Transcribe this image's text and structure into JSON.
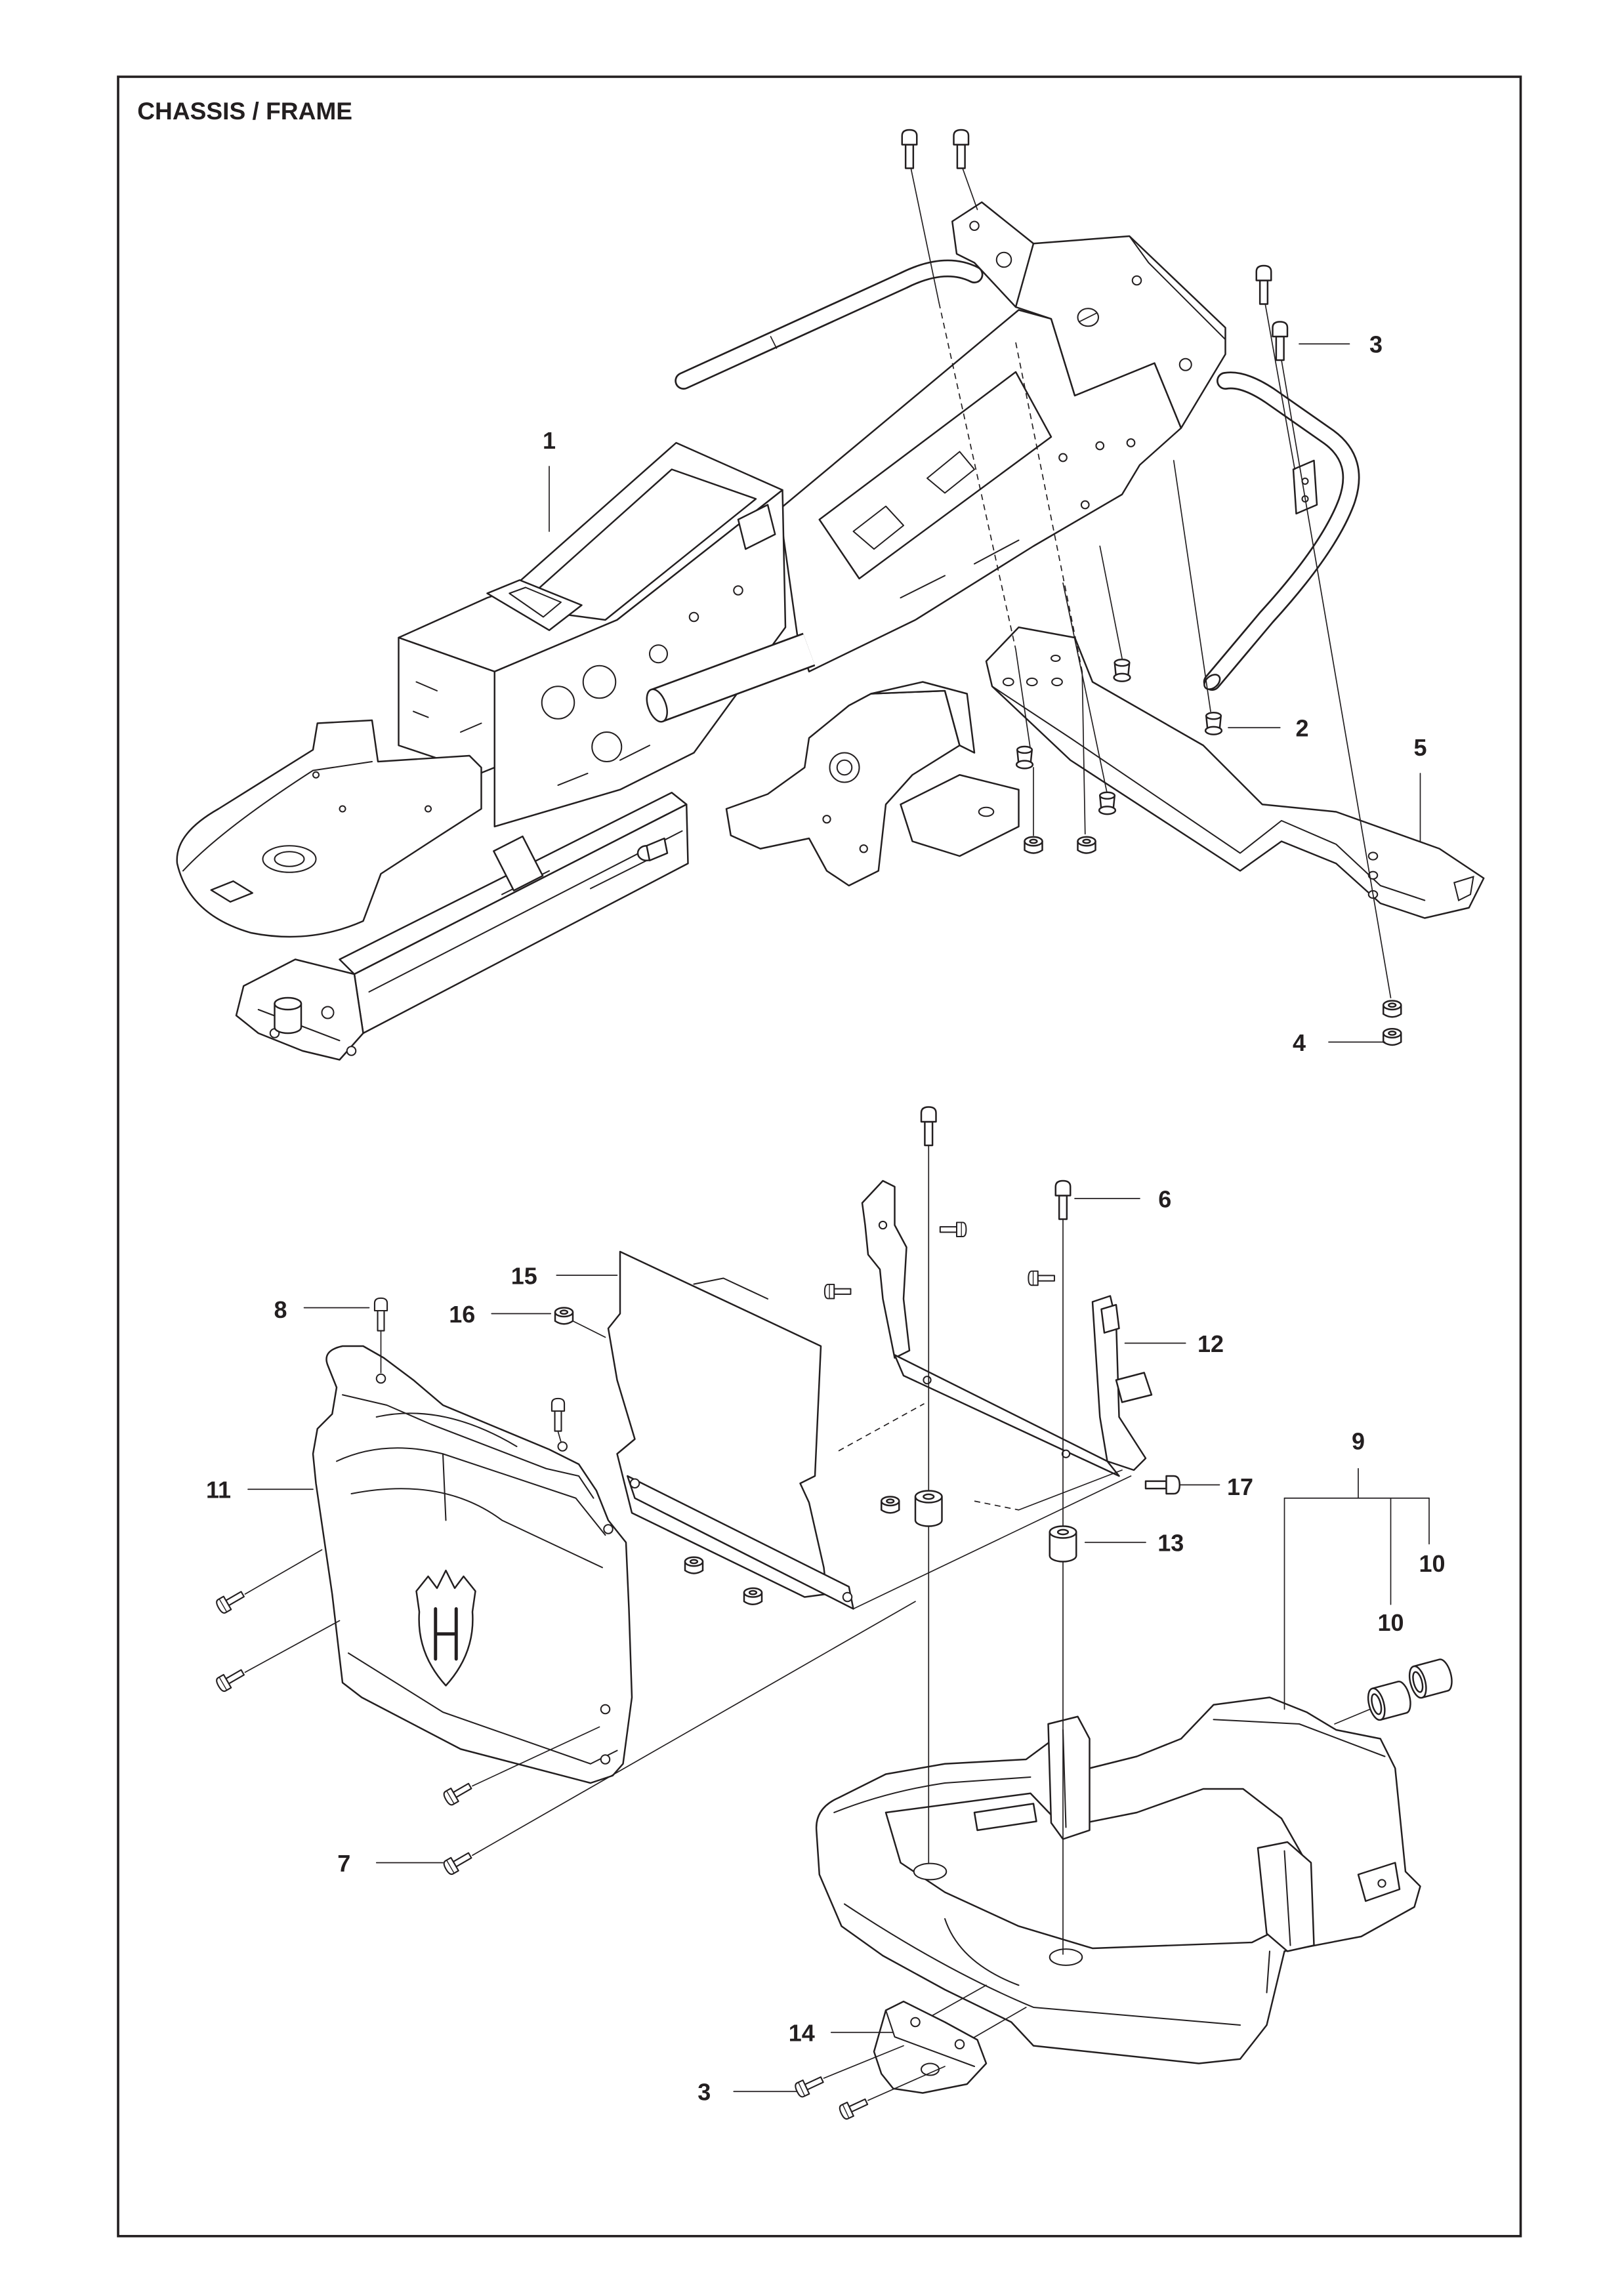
{
  "title": "CHASSIS / FRAME",
  "callouts": [
    "1",
    "3",
    "2",
    "5",
    "4",
    "6",
    "15",
    "8",
    "16",
    "12",
    "11",
    "9",
    "17",
    "13",
    "10",
    "10",
    "7",
    "14",
    "3"
  ],
  "colors": {
    "line": "#231f20",
    "background": "#ffffff"
  }
}
